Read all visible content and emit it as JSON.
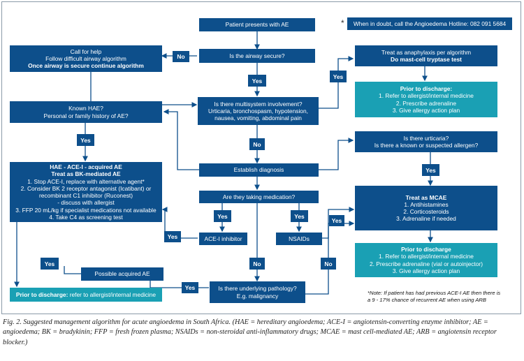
{
  "hotline": {
    "star": "*",
    "text": "When in doubt, call the Angioedema Hotline: 082 091 5684"
  },
  "nodes": {
    "patient": "Patient presents with AE",
    "airway": "Is the airway secure?",
    "call_help": [
      "Call for help",
      "Follow difficult airway algorithm",
      "Once airway is secure continue algorithm"
    ],
    "anaphylaxis": [
      "Treat as anaphylaxis per algorithm",
      "Do mast-cell tryptase test"
    ],
    "discharge1": [
      "Prior to discharge:",
      "1. Refer to allergist/internal medicine",
      "2. Prescribe adrenaline",
      "3. Give allergy action plan"
    ],
    "multisystem": [
      "Is there multisystem involvement?",
      "Urticaria, bronchospasm, hypotension,",
      "nausea, vomiting, abdominal pain"
    ],
    "known_hae": [
      "Known HAE?",
      "Personal or family history of AE?"
    ],
    "urticaria": [
      "Is there urticaria?",
      "Is there a known or suspected allergen?"
    ],
    "hae_box": [
      "HAE - ACE-I - acquired AE",
      "Treat as BK-mediated AE",
      "1. Stop ACE-I, replace with alternative agent*",
      "2. Consider BK 2 receptor antagonist (Icatibant) or",
      "recombinant C1 inhibitor (Ruconest)",
      "- discuss with allergist",
      "3. FFP 20 mL/kg if specialist medications not available",
      "4. Take C4 as screening test"
    ],
    "establish": "Establish diagnosis",
    "medication": "Are they taking medication?",
    "mcae": [
      "Treat as MCAE",
      "1. Antihistamines",
      "2. Corticosteroids",
      "3. Adrenaline if needed"
    ],
    "acei": "ACE-I inhibitor",
    "nsaids": "NSAIDs",
    "discharge2": [
      "Prior to discharge",
      "1. Refer to allergist/internal medicine",
      "2. Prescribe adrenaline (vial or autoinjector)",
      "3. Give allergy action plan"
    ],
    "possible_acquired": "Possible acquired AE",
    "underlying": [
      "Is there underlying pathology?",
      "E.g. malignancy"
    ],
    "discharge3_bold": "Prior to discharge:",
    "discharge3_rest": " refer to allergist/internal medicine"
  },
  "labels": {
    "yes": "Yes",
    "no": "No"
  },
  "note": [
    "*Note: If patient has had previous ACE-I AE then there is",
    "a 9 - 17% chance of recurrent AE when using ARB"
  ],
  "caption": "Fig. 2. Suggested management algorithm for acute angioedema in South Africa. (HAE = hereditary angioedema; ACE-I = angiotensin-converting enzyme inhibitor; AE = angioedema; BK = bradykinin; FFP = fresh frozen plasma; NSAIDs = non-steroidal anti-inflammatory drugs; MCAE = mast cell-mediated AE; ARB = angiotensin receptor blocker.)",
  "colors": {
    "box_blue": "#0d4f8b",
    "box_teal": "#1aa0b4",
    "arrow": "#0d4f8b"
  }
}
